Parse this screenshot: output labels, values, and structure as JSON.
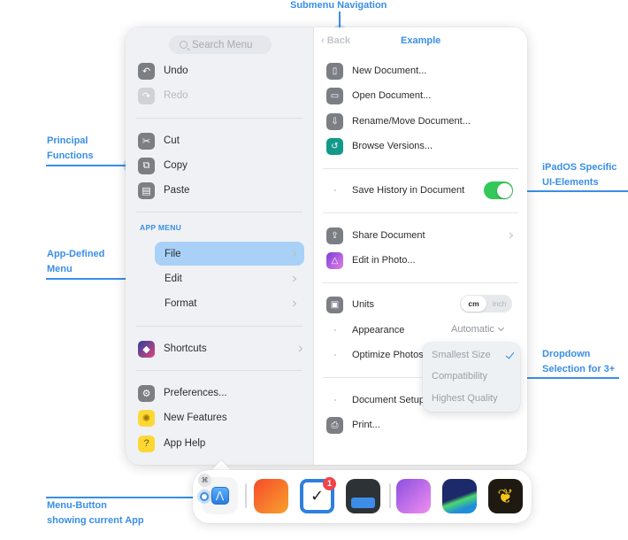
{
  "callouts": {
    "submenu_navigation": "Submenu Navigation",
    "principal_functions": [
      "Principal",
      "Functions"
    ],
    "app_defined_menu": [
      "App-Defined",
      "Menu"
    ],
    "ipados_specific": [
      "iPadOS Specific",
      "UI-Elements"
    ],
    "dropdown_selection": [
      "Dropdown",
      "Selection for 3+"
    ],
    "menu_button": [
      "Menu-Button",
      "showing current App"
    ]
  },
  "left_pane": {
    "search_placeholder": "Search Menu",
    "history": [
      {
        "label": "Undo",
        "icon": "undo-icon",
        "enabled": true
      },
      {
        "label": "Redo",
        "icon": "redo-icon",
        "enabled": false
      }
    ],
    "clipboard": [
      {
        "label": "Cut",
        "icon": "scissors-icon"
      },
      {
        "label": "Copy",
        "icon": "copy-icon"
      },
      {
        "label": "Paste",
        "icon": "paste-icon"
      }
    ],
    "app_menu_label": "APP MENU",
    "app_menu": [
      {
        "label": "File",
        "selected": true
      },
      {
        "label": "Edit",
        "selected": false
      },
      {
        "label": "Format",
        "selected": false
      }
    ],
    "shortcuts": {
      "label": "Shortcuts",
      "icon": "shortcuts-icon"
    },
    "footer": [
      {
        "label": "Preferences...",
        "icon": "gear-icon"
      },
      {
        "label": "New Features",
        "icon": "sparkle-icon"
      },
      {
        "label": "App Help",
        "icon": "help-icon"
      }
    ]
  },
  "right_pane": {
    "back_label": "Back",
    "title": "Example",
    "documents": [
      {
        "label": "New Document...",
        "icon": "new-document-icon"
      },
      {
        "label": "Open Document...",
        "icon": "folder-icon"
      },
      {
        "label": "Rename/Move Document...",
        "icon": "tray-icon"
      },
      {
        "label": "Browse Versions...",
        "icon": "history-icon"
      }
    ],
    "save_history": {
      "label": "Save History in Document",
      "on": true
    },
    "share": [
      {
        "label": "Share Document",
        "icon": "share-icon",
        "submenu": true
      },
      {
        "label": "Edit in Photo...",
        "icon": "photo-app-icon"
      }
    ],
    "units": {
      "label": "Units",
      "options": [
        "cm",
        "inch"
      ],
      "selected": "cm"
    },
    "appearance": {
      "label": "Appearance",
      "value": "Automatic"
    },
    "optimize_photos": {
      "label": "Optimize Photos",
      "options": [
        "Smallest Size",
        "Compatibility",
        "Highest Quality"
      ],
      "selected": "Smallest Size"
    },
    "document_setup": {
      "label": "Document Setup"
    },
    "print": {
      "label": "Print...",
      "icon": "printer-icon"
    }
  },
  "dock": {
    "menu_button_shortcut": "⌘",
    "apps": [
      {
        "name": "pencil-app",
        "badge": null
      },
      {
        "name": "tasks-app",
        "badge": "1"
      },
      {
        "name": "calculator-app",
        "badge": null
      },
      {
        "name": "photo-app",
        "badge": null
      },
      {
        "name": "video-app",
        "badge": null
      },
      {
        "name": "butterfly-app",
        "badge": null
      }
    ]
  },
  "colors": {
    "accent": "#3a8ee6",
    "toggle_on": "#34c759",
    "selected_row": "#a9d1f7",
    "badge": "#f0434a"
  }
}
